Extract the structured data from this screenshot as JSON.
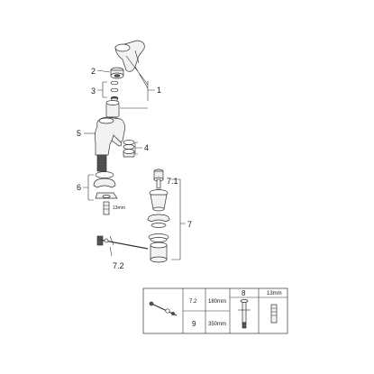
{
  "callouts": {
    "c1": "1",
    "c2": "2",
    "c3": "3",
    "c4": "4",
    "c5": "5",
    "c6": "6",
    "c7": "7",
    "c71": "7.1",
    "c72": "7.2"
  },
  "dimension_label": "13mm",
  "table": {
    "row1_code": "7.2",
    "row1_length": "180mm",
    "row2_code": "9",
    "row2_length": "350mm",
    "col8": "8",
    "col13": "13mm"
  }
}
